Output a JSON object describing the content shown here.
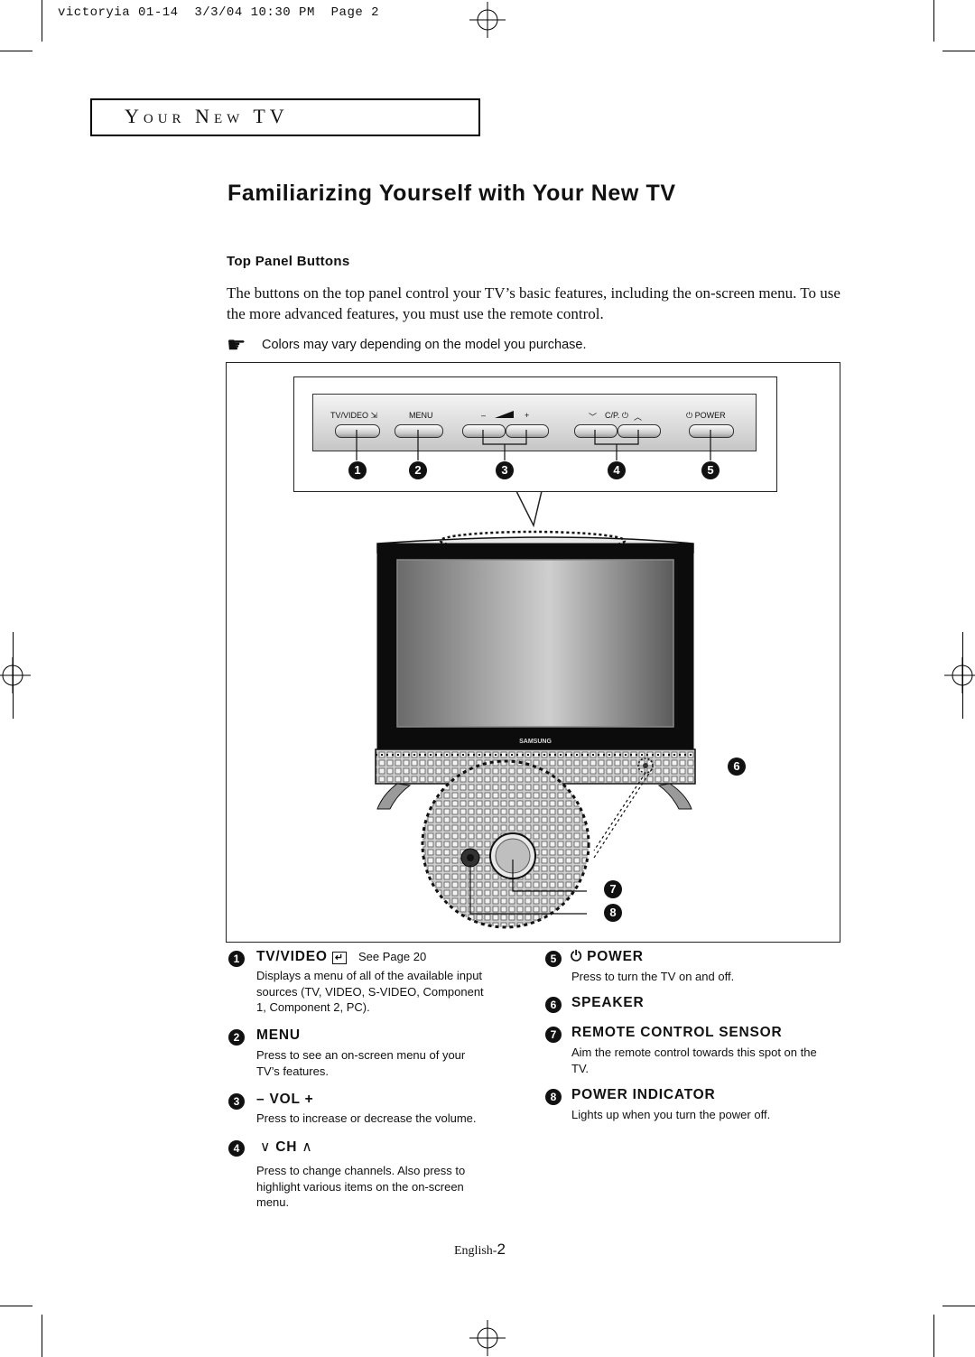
{
  "print_header": "victoryia 01-14  3/3/04 10:30 PM  Page 2",
  "section": {
    "title": "Your New TV"
  },
  "page_title": "Familiarizing Yourself with Your New TV",
  "subheading": "Top Panel Buttons",
  "intro": "The buttons on the top panel control your TV’s basic features, including the on-screen menu. To use the more advanced features, you must use the remote control.",
  "note": {
    "icon": "pointing-hand-icon",
    "text": "Colors may vary depending on the model you purchase."
  },
  "panel_labels": {
    "tv_video": "TV/VIDEO",
    "menu": "MENU",
    "vol_minus": "–",
    "vol_plus": "+",
    "cp": "C/P.",
    "power": "POWER"
  },
  "callout_numbers": [
    "❶",
    "❷",
    "❸",
    "❹",
    "❺",
    "❻",
    "❼",
    "❽"
  ],
  "tv_brand": "SAMSUNG",
  "items": [
    {
      "num": "1",
      "title": "TV/VIDEO",
      "note": "See Page 20",
      "text": "Displays a menu of all of the available input sources (TV, VIDEO, S-VIDEO, Component 1, Component 2, PC)."
    },
    {
      "num": "2",
      "title": "MENU",
      "text": "Press to see an on-screen menu of your TV’s features."
    },
    {
      "num": "3",
      "title": "– VOL +",
      "text": "Press to increase or decrease the volume."
    },
    {
      "num": "4",
      "title": "CH",
      "text": "Press to change channels. Also press to highlight various items on the on-screen menu."
    },
    {
      "num": "5",
      "title": "POWER",
      "text": "Press to turn the TV on and off."
    },
    {
      "num": "6",
      "title": "SPEAKER",
      "text": ""
    },
    {
      "num": "7",
      "title": "REMOTE CONTROL SENSOR",
      "text": "Aim the remote control towards this spot on the TV."
    },
    {
      "num": "8",
      "title": "POWER INDICATOR",
      "text": "Lights up when you turn the power off."
    }
  ],
  "footer": {
    "prefix": "English-",
    "page": "2"
  }
}
